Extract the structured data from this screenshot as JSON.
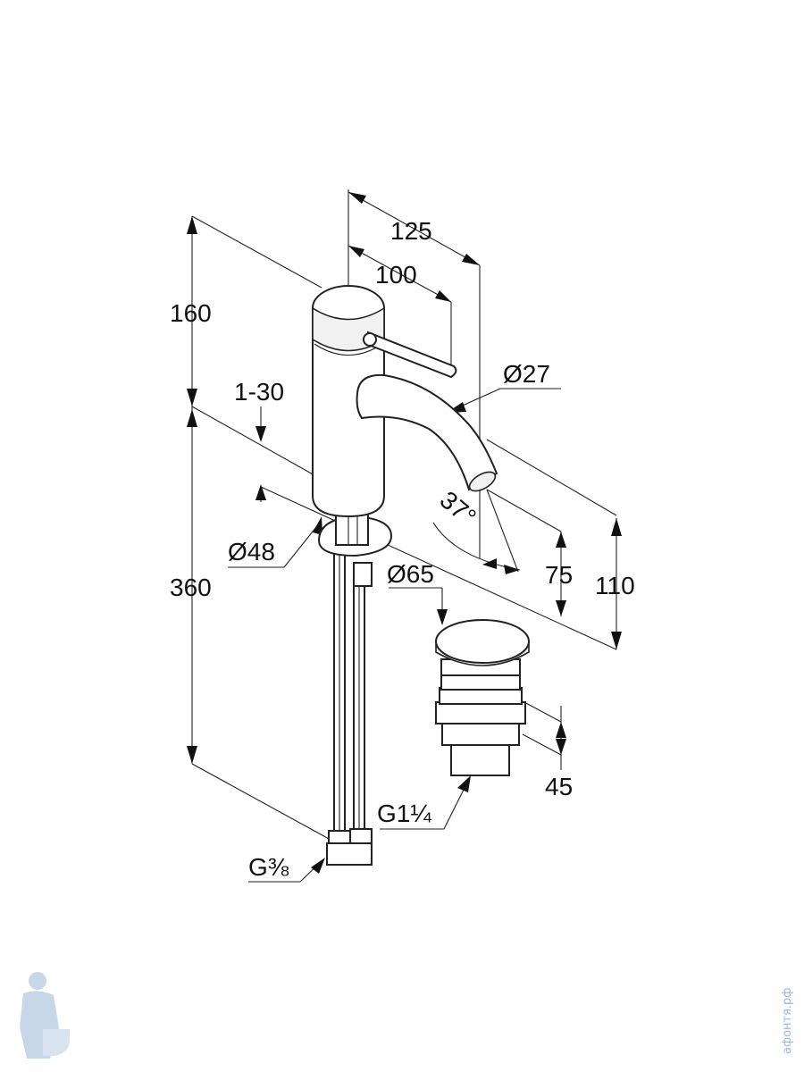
{
  "drawing": {
    "dimensions": {
      "width_125": "125",
      "width_100": "100",
      "diameter_spout": "Ø27",
      "height_160": "160",
      "deck_range": "1-30",
      "height_360": "360",
      "diameter_base": "Ø48",
      "angle": "37°",
      "height_75": "75",
      "height_110": "110",
      "diameter_waste": "Ø65",
      "height_45": "45",
      "thread_waste": "G1¼",
      "thread_hose": "G⅜"
    },
    "watermark_text": "афонтя.рф",
    "colors": {
      "line": "#222222",
      "watermark": "#9bb7d6"
    }
  }
}
